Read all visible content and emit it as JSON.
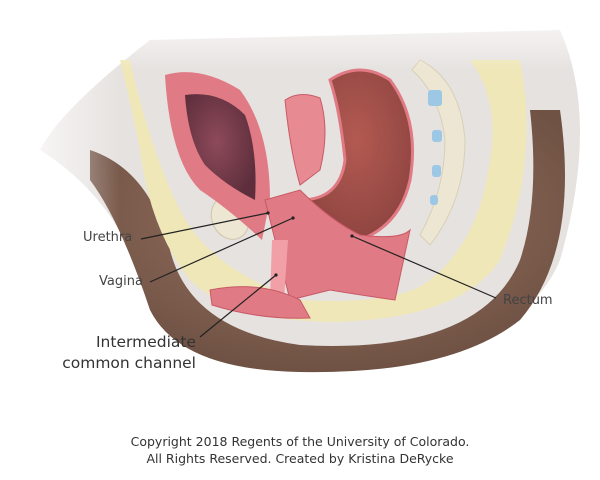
{
  "figure": {
    "subject": "Sagittal cross-section of female pelvis showing cloacal anatomy with intermediate common channel",
    "labels": {
      "urethra": "Urethra",
      "vagina": "Vagina",
      "common_channel_line1": "Intermediate",
      "common_channel_line2": "common channel",
      "rectum": "Rectum"
    },
    "structures": [
      "bladder",
      "uterus",
      "rectum",
      "sacrum",
      "pubic bone",
      "urethra",
      "vagina",
      "common channel",
      "skin"
    ],
    "colors": {
      "skin": "#8a6a5a",
      "fat": "#efe7b8",
      "tissue": "#e07a84",
      "rectum": "#b95a55",
      "bladder_lumen": "#7a3c4c",
      "bone": "#ece6d2",
      "vertebra_disc": "#9cc8e6"
    }
  },
  "credit": {
    "line1": "Copyright 2018 Regents of the University of Colorado.",
    "line2": "All Rights Reserved. Created by Kristina DeRycke"
  }
}
